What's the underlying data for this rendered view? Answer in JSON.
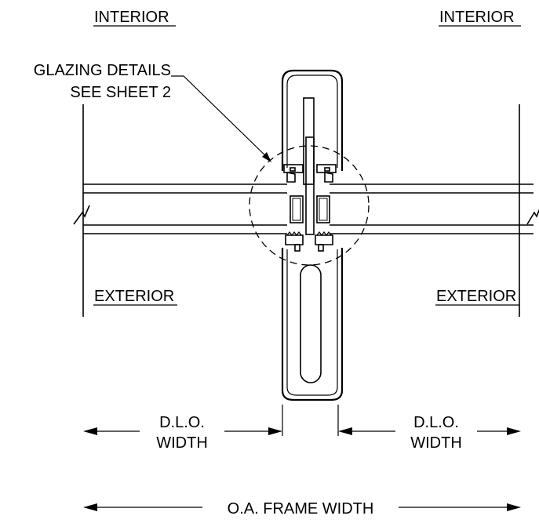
{
  "labels": {
    "interior_left": "INTERIOR",
    "interior_right": "INTERIOR",
    "exterior_left": "EXTERIOR",
    "exterior_right": "EXTERIOR",
    "callout_line1": "GLAZING DETAILS",
    "callout_line2": "SEE SHEET 2",
    "dlo_left_line1": "D.L.O.",
    "dlo_left_line2": "WIDTH",
    "dlo_right_line1": "D.L.O.",
    "dlo_right_line2": "WIDTH",
    "oa_frame_width": "O.A. FRAME WIDTH"
  },
  "colors": {
    "line": "#000000",
    "background": "#ffffff"
  }
}
